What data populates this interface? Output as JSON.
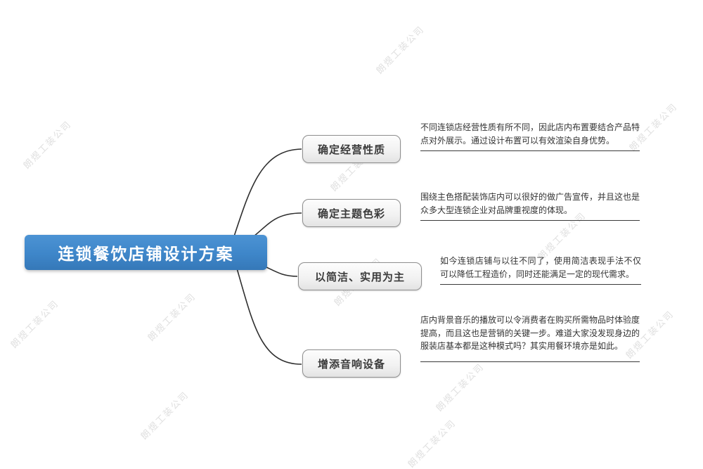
{
  "watermark": {
    "text": "朗煜工装公司"
  },
  "colors": {
    "root_bg": "#3e86c9",
    "root_text": "#ffffff",
    "node_border": "#8f8f8f",
    "node_bg": "#f1f1f1",
    "connector": "#2e2e2e",
    "watermark": "#e0e0e0"
  },
  "root": {
    "label": "连锁餐饮店铺设计方案"
  },
  "branches": [
    {
      "label": "确定经营性质",
      "description": "不同连锁店经营性质有所不同，因此店内布置要结合产品特点对外展示。通过设计布置可以有效渲染自身优势。"
    },
    {
      "label": "确定主题色彩",
      "description": "围绕主色搭配装饰店内可以很好的做广告宣传，并且这也是众多大型连锁企业对品牌重视度的体现。"
    },
    {
      "label": "以简洁、实用为主",
      "description": "如今连锁店铺与以往不同了，使用简洁表现手法不仅可以降低工程造价，同时还能满足一定的现代需求。"
    },
    {
      "label": "增添音响设备",
      "description": "店内背景音乐的播放可以令消费者在购买所需物品时体验度提高，而且这也是营销的关键一步。难道大家没发现身边的服装店基本都是这种模式吗？其实用餐环境亦是如此。"
    }
  ]
}
